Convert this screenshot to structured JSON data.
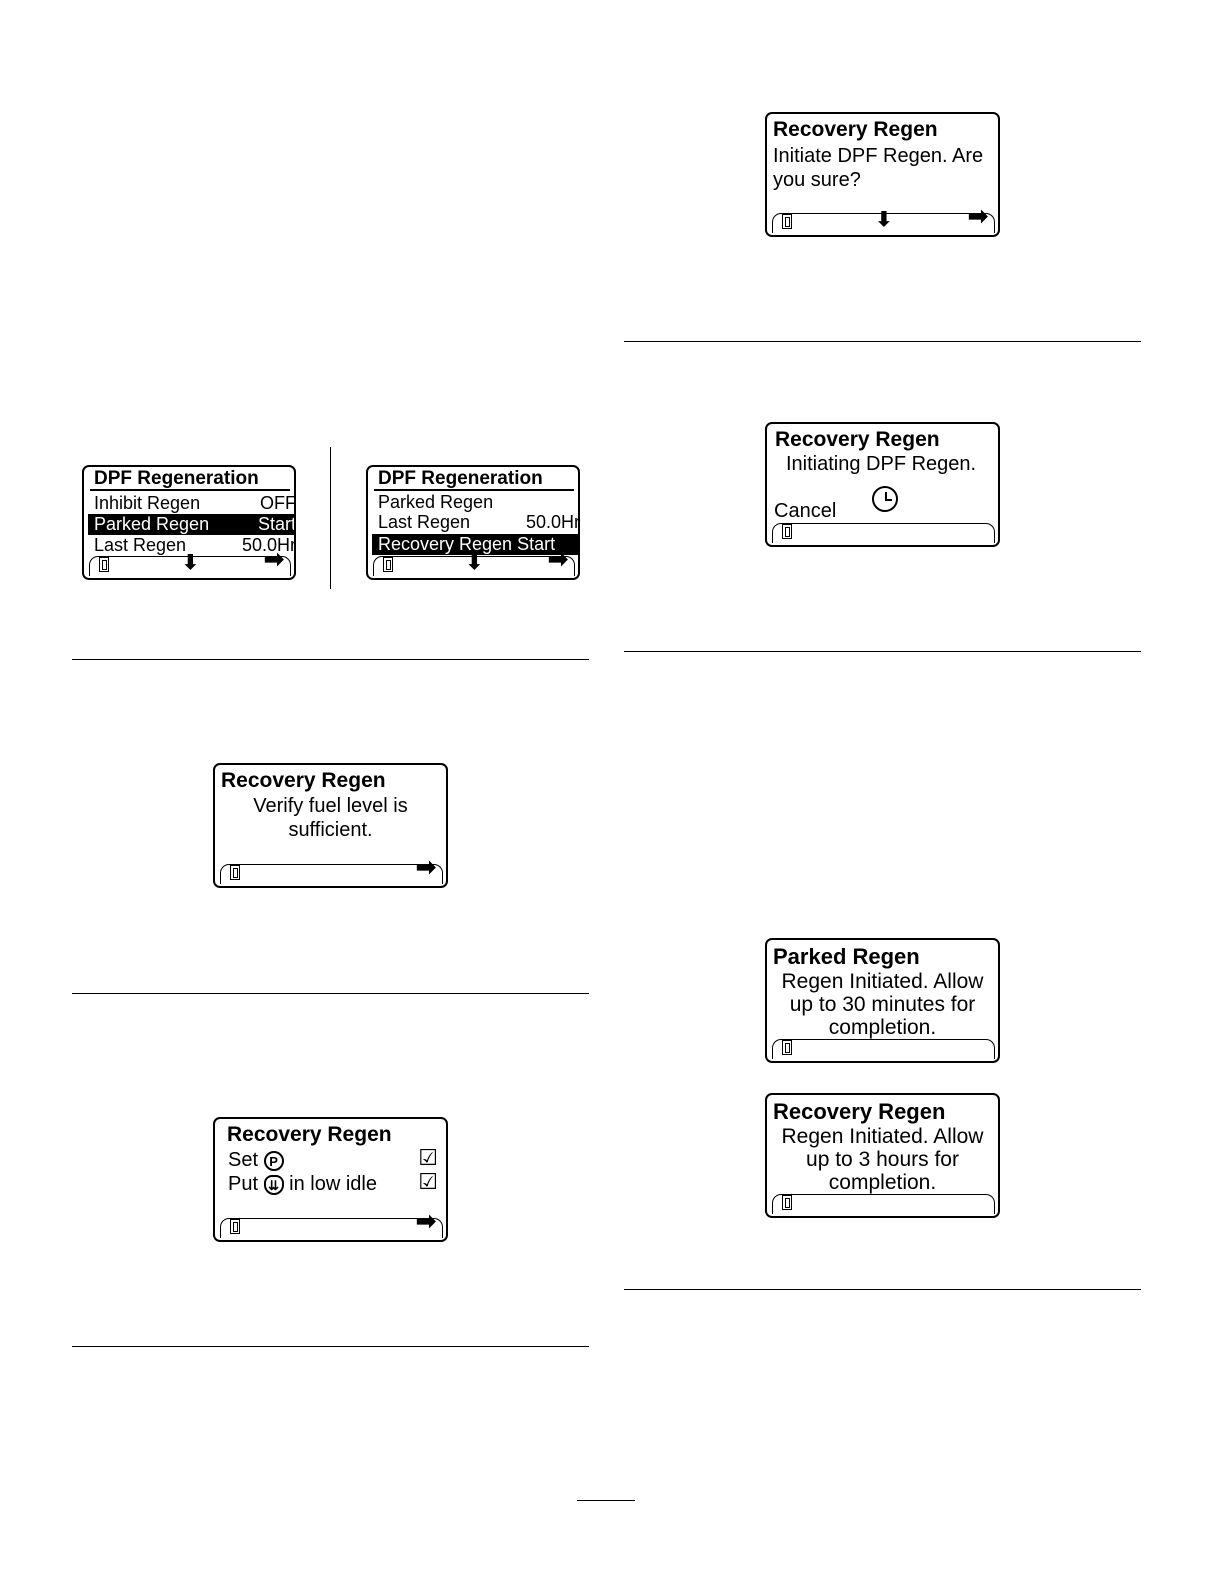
{
  "dpf_menu_1": {
    "title": "DPF Regeneration",
    "rows": [
      {
        "label": "Inhibit Regen",
        "value": "OFF"
      },
      {
        "label": "Parked Regen",
        "value": "Start"
      },
      {
        "label": "Last Regen",
        "value": "50.0Hr"
      }
    ]
  },
  "dpf_menu_2": {
    "title": "DPF Regeneration",
    "rows": [
      {
        "label": "Parked Regen",
        "value": ""
      },
      {
        "label": "Last Regen",
        "value": "50.0Hr"
      },
      {
        "label": "Recovery Regen Start",
        "value": ""
      }
    ]
  },
  "verify_fuel": {
    "title": "Recovery Regen",
    "line1": "Verify fuel level is",
    "line2": "sufficient."
  },
  "set_brake": {
    "title": "Recovery Regen",
    "line1_prefix": "Set",
    "line2_prefix": "Put",
    "line2_suffix": "in low idle",
    "brake_symbol": "P"
  },
  "initiate_confirm": {
    "title": "Recovery Regen",
    "line1": "Initiate DPF Regen. Are",
    "line2": "you sure?"
  },
  "initiating": {
    "title": "Recovery Regen",
    "line1": "Initiating DPF Regen.",
    "cancel_label": "Cancel"
  },
  "parked_initiated": {
    "title": "Parked Regen",
    "line1": "Regen Initiated. Allow",
    "line2": "up to 30 minutes for",
    "line3": "completion."
  },
  "recovery_initiated": {
    "title": "Recovery Regen",
    "line1": "Regen Initiated. Allow",
    "line2": "up to 3 hours for",
    "line3": "completion."
  },
  "icons": {
    "check": "☑",
    "down_arrow": "⬇",
    "right_arrow": "➡"
  }
}
